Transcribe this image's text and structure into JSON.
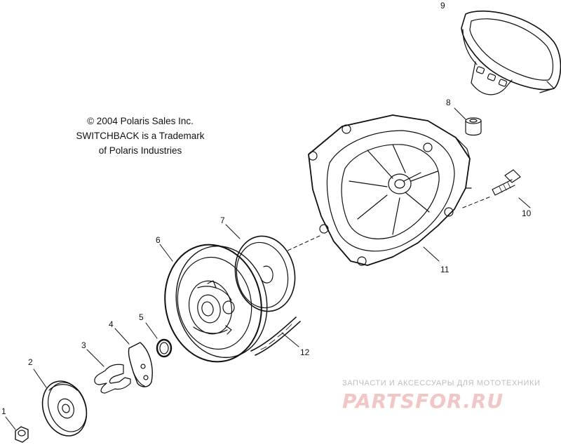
{
  "notice": {
    "line1": "© 2004 Polaris Sales Inc.",
    "line2": "SWITCHBACK is a Trademark",
    "line3": "of Polaris Industries"
  },
  "callouts": [
    "1",
    "2",
    "3",
    "4",
    "5",
    "6",
    "7",
    "8",
    "9",
    "10",
    "11",
    "12"
  ],
  "watermark": {
    "tagline": "ЗАПЧАСТИ И АКСЕССУАРЫ ДЛЯ МОТОТЕХНИКИ",
    "brand": "PARTSFOR.RU"
  }
}
